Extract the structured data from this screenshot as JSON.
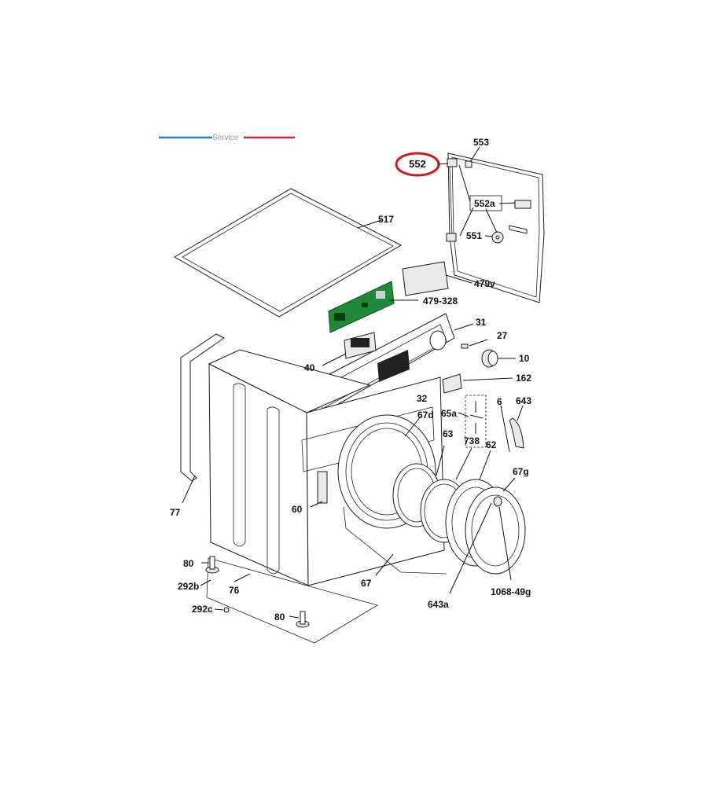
{
  "header": {
    "service_text": "Service",
    "colors": {
      "blue": "#1b7fd1",
      "red": "#d6212f"
    }
  },
  "highlight": {
    "label": "552",
    "color": "#cc1a1a"
  },
  "labels": {
    "l553": "553",
    "l552a": "552a",
    "l551": "551",
    "l517": "517",
    "l479v": "479v",
    "l479_328": "479-328",
    "l31": "31",
    "l27": "27",
    "l10": "10",
    "l40": "40",
    "l162": "162",
    "l32": "32",
    "l6": "6",
    "l643": "643",
    "l67d": "67d",
    "l65a": "65a",
    "l63": "63",
    "l738": "738",
    "l62": "62",
    "l67g": "67g",
    "l77": "77",
    "l60": "60",
    "l80a": "80",
    "l292b": "292b",
    "l76": "76",
    "l67": "67",
    "l643a": "643a",
    "l1068": "1068-49g",
    "l292c": "292c",
    "l80b": "80"
  },
  "part_colors": {
    "pcb": "#1f8a3a",
    "display": "#222222"
  }
}
